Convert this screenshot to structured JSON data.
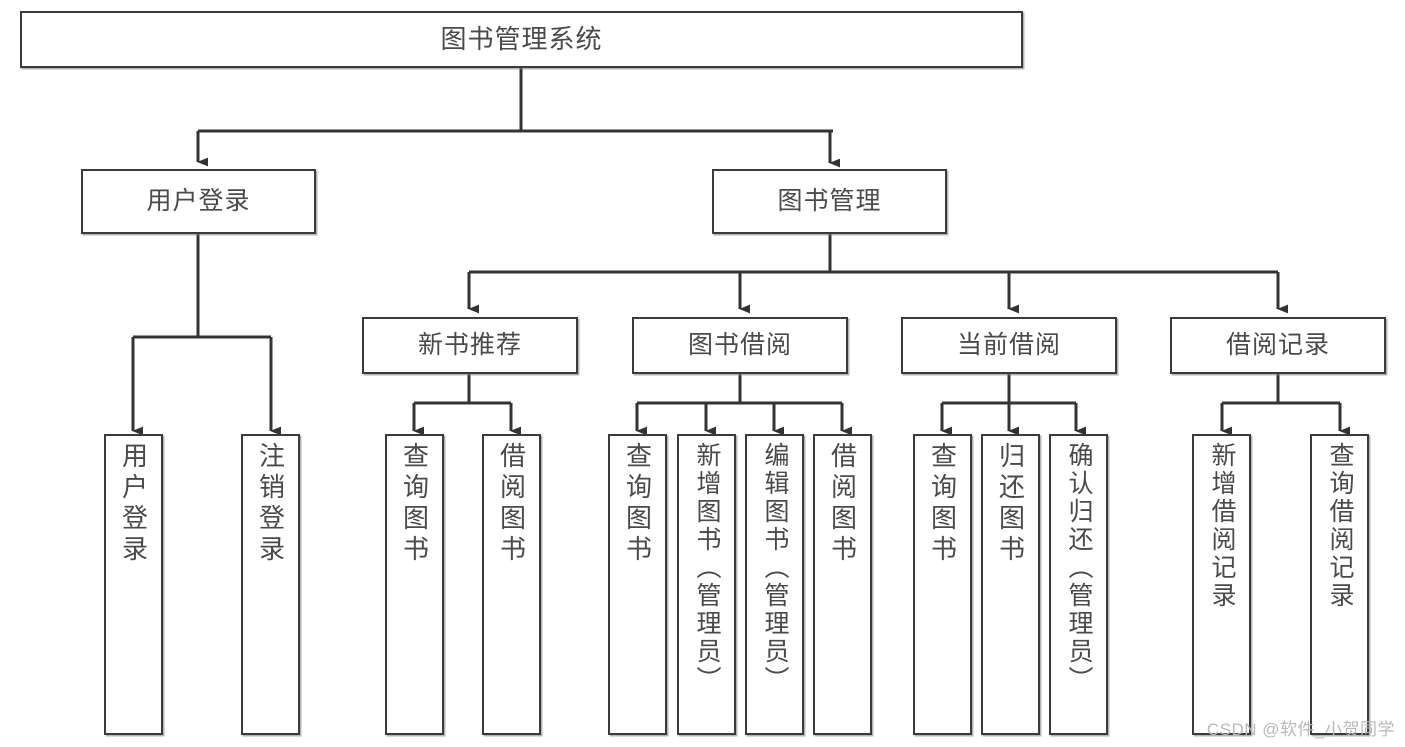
{
  "diagram": {
    "type": "tree-hierarchy-chart",
    "title": "图书管理系统",
    "watermark": "CSDN @软件_小贺同学",
    "colors": {
      "border": "#3b3b3b",
      "text": "#4a4a4a",
      "background": "#ffffff",
      "edge": "#333333",
      "watermark": "#b9b9b9"
    },
    "levels": {
      "level0": [
        {
          "id": "root",
          "label": "图书管理系统"
        }
      ],
      "level1": [
        {
          "id": "user-login",
          "label": "用户登录"
        },
        {
          "id": "book-manage",
          "label": "图书管理"
        }
      ],
      "level2": [
        {
          "id": "new-book-recommend",
          "label": "新书推荐"
        },
        {
          "id": "book-borrow",
          "label": "图书借阅"
        },
        {
          "id": "current-borrow",
          "label": "当前借阅"
        },
        {
          "id": "borrow-record",
          "label": "借阅记录"
        }
      ],
      "level3": [
        {
          "id": "leaf-user-login",
          "label": "用户登录",
          "parent": "user-login"
        },
        {
          "id": "leaf-logout",
          "label": "注销登录",
          "parent": "user-login"
        },
        {
          "id": "leaf-query-book-1",
          "label": "查询图书",
          "parent": "new-book-recommend"
        },
        {
          "id": "leaf-borrow-book-1",
          "label": "借阅图书",
          "parent": "new-book-recommend"
        },
        {
          "id": "leaf-query-book-2",
          "label": "查询图书",
          "parent": "book-borrow"
        },
        {
          "id": "leaf-add-book",
          "label": "新增图书（管理员）",
          "parent": "book-borrow"
        },
        {
          "id": "leaf-edit-book",
          "label": "编辑图书（管理员）",
          "parent": "book-borrow"
        },
        {
          "id": "leaf-borrow-book-2",
          "label": "借阅图书",
          "parent": "book-borrow"
        },
        {
          "id": "leaf-query-book-3",
          "label": "查询图书",
          "parent": "current-borrow"
        },
        {
          "id": "leaf-return-book",
          "label": "归还图书",
          "parent": "current-borrow"
        },
        {
          "id": "leaf-confirm-return",
          "label": "确认归还（管理员）",
          "parent": "current-borrow"
        },
        {
          "id": "leaf-add-record",
          "label": "新增借阅记录",
          "parent": "borrow-record"
        },
        {
          "id": "leaf-query-record",
          "label": "查询借阅记录",
          "parent": "borrow-record"
        }
      ]
    }
  }
}
